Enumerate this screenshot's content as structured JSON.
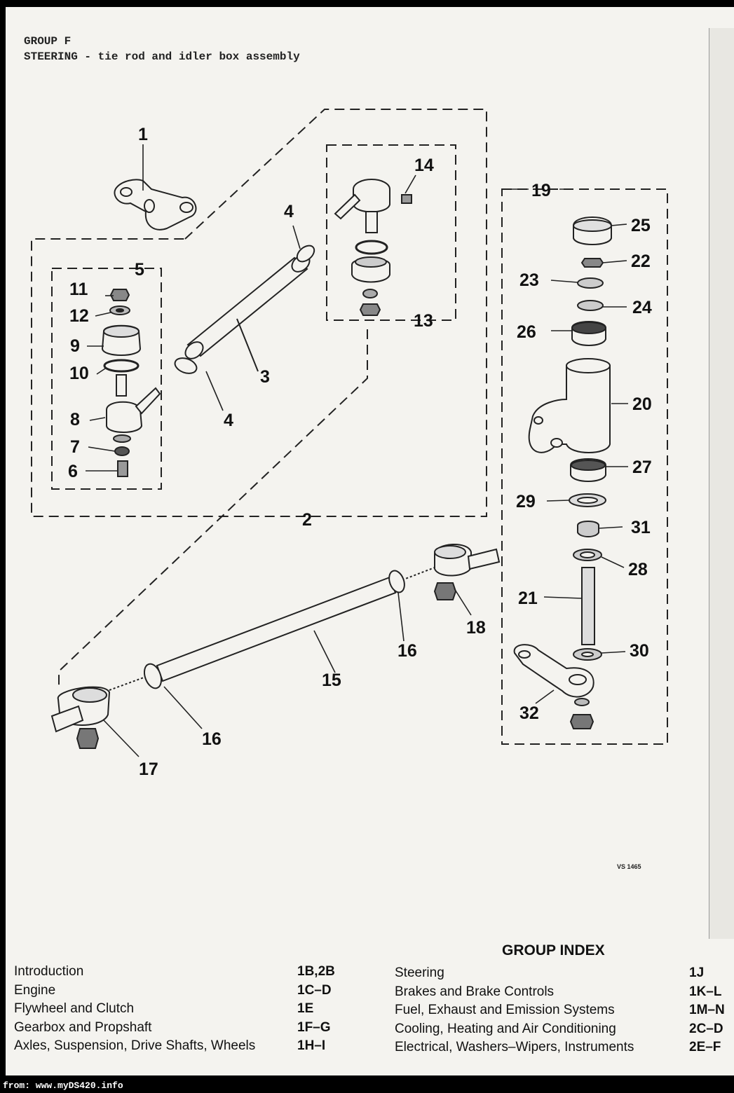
{
  "header": {
    "group": "GROUP F",
    "title": "STEERING - tie rod and idler box assembly"
  },
  "callouts": {
    "c1": "1",
    "c2": "2",
    "c3": "3",
    "c4a": "4",
    "c4b": "4",
    "c5": "5",
    "c6": "6",
    "c7": "7",
    "c8": "8",
    "c9": "9",
    "c10": "10",
    "c11": "11",
    "c12": "12",
    "c13": "13",
    "c14": "14",
    "c15": "15",
    "c16a": "16",
    "c16b": "16",
    "c17": "17",
    "c18": "18",
    "c19": "19",
    "c20": "20",
    "c21": "21",
    "c22": "22",
    "c23": "23",
    "c24": "24",
    "c25": "25",
    "c26": "26",
    "c27": "27",
    "c28": "28",
    "c29": "29",
    "c30": "30",
    "c31": "31",
    "c32": "32"
  },
  "figure_code": "VS 1465",
  "group_index": {
    "title": "GROUP INDEX",
    "left": [
      {
        "label": "Introduction",
        "code": "1B,2B"
      },
      {
        "label": "Engine",
        "code": "1C–D"
      },
      {
        "label": "Flywheel and Clutch",
        "code": "1E"
      },
      {
        "label": "Gearbox and Propshaft",
        "code": "1F–G"
      },
      {
        "label": "Axles, Suspension, Drive Shafts, Wheels",
        "code": "1H–I"
      }
    ],
    "right": [
      {
        "label": "Steering",
        "code": "1J"
      },
      {
        "label": "Brakes and Brake Controls",
        "code": "1K–L"
      },
      {
        "label": "Fuel, Exhaust and Emission Systems",
        "code": "1M–N"
      },
      {
        "label": "Cooling, Heating and Air Conditioning",
        "code": "2C–D"
      },
      {
        "label": "Electrical, Washers–Wipers, Instruments",
        "code": "2E–F"
      }
    ]
  },
  "footer": "from: www.myDS420.info"
}
